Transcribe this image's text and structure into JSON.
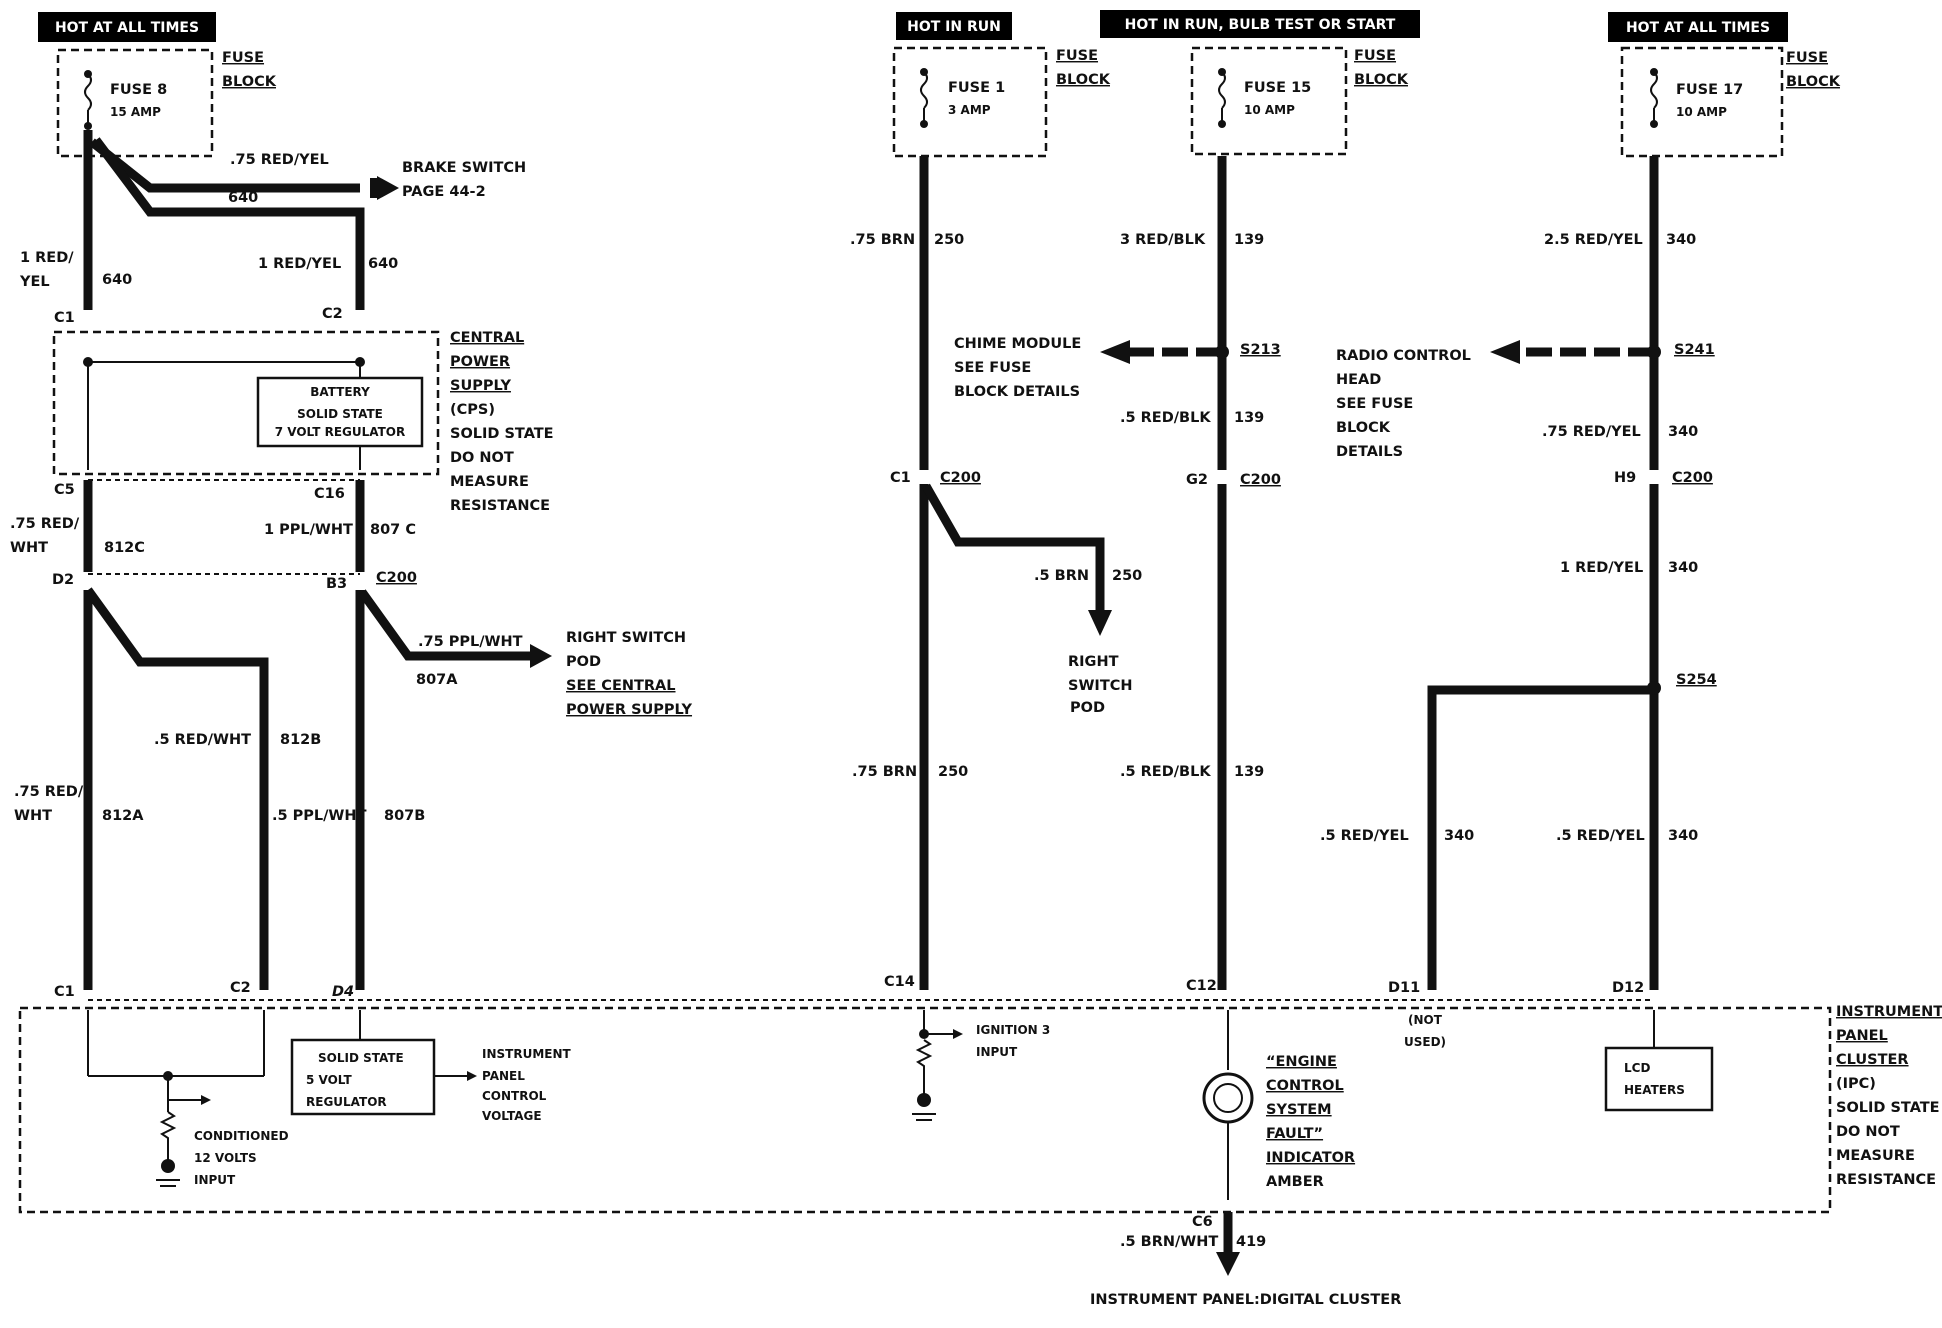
{
  "headers": {
    "fuse8": "HOT AT ALL TIMES",
    "fuse1": "HOT IN RUN",
    "fuse15": "HOT IN RUN, BULB TEST OR START",
    "fuse17": "HOT AT ALL TIMES"
  },
  "fuses": {
    "fuse8": {
      "name": "FUSE 8",
      "amp": "15 AMP"
    },
    "fuse1": {
      "name": "FUSE 1",
      "amp": "3 AMP"
    },
    "fuse15": {
      "name": "FUSE 15",
      "amp": "10 AMP"
    },
    "fuse17": {
      "name": "FUSE 17",
      "amp": "10 AMP"
    },
    "fuse_label_1": "FUSE",
    "fuse_label_2": "BLOCK"
  },
  "wires": {
    "w_75_red_yel": ".75 RED/YEL",
    "w_640": "640",
    "w_1_red_yel_l1": "1 RED/",
    "w_1_red_yel_l2": "YEL",
    "w_1_red_yel": "1 RED/YEL",
    "w_75_red_wht_l1": ".75 RED/",
    "w_75_red_wht_l2": "WHT",
    "w_812c": "812C",
    "w_1_ppl_wht": "1 PPL/WHT",
    "w_807c": "807 C",
    "w_75_ppl_wht": ".75 PPL/WHT",
    "w_807a": "807A",
    "w_5_red_wht": ".5 RED/WHT",
    "w_812b": "812B",
    "w_812a": "812A",
    "w_5_ppl_wht": ".5 PPL/WHT",
    "w_807b": "807B",
    "w_75_brn": ".75 BRN",
    "w_250": "250",
    "w_5_brn": ".5 BRN",
    "w_3_red_blk": "3 RED/BLK",
    "w_139": "139",
    "w_5_red_blk": ".5 RED/BLK",
    "w_25_red_yel": "2.5 RED/YEL",
    "w_340": "340",
    "w_75_red_yel_b": ".75 RED/YEL",
    "w_1_red_yel_b": "1 RED/YEL",
    "w_5_red_yel": ".5 RED/YEL",
    "w_5_brn_wht": ".5 BRN/WHT",
    "w_419": "419"
  },
  "connectors": {
    "c1": "C1",
    "c2": "C2",
    "c5": "C5",
    "c16": "C16",
    "d2": "D2",
    "b3": "B3",
    "c200": "C200",
    "d4": "D4",
    "c14": "C14",
    "c12": "C12",
    "g2": "G2",
    "h9": "H9",
    "d11": "D11",
    "d12": "D12",
    "c6": "C6",
    "s213": "S213",
    "s241": "S241",
    "s254": "S254"
  },
  "components": {
    "cps": [
      "CENTRAL",
      "POWER",
      "SUPPLY",
      "(CPS)",
      "SOLID STATE",
      "DO NOT",
      "MEASURE",
      "RESISTANCE"
    ],
    "battery_reg": [
      "BATTERY",
      "SOLID STATE",
      "7 VOLT REGULATOR"
    ],
    "ipc": [
      "INSTRUMENT",
      "PANEL",
      "CLUSTER",
      "(IPC)",
      "SOLID STATE",
      "DO NOT",
      "MEASURE",
      "RESISTANCE"
    ],
    "reg5": [
      "SOLID STATE",
      "5 VOLT",
      "REGULATOR"
    ],
    "ipc_voltage": [
      "INSTRUMENT",
      "PANEL",
      "CONTROL",
      "VOLTAGE"
    ],
    "conditioned": [
      "CONDITIONED",
      "12 VOLTS",
      "INPUT"
    ],
    "ignition": [
      "IGNITION 3",
      "INPUT"
    ],
    "not_used": [
      "(NOT",
      "USED)"
    ],
    "lcd": [
      "LCD",
      "HEATERS"
    ],
    "indicator": [
      "“ENGINE",
      "CONTROL",
      "SYSTEM",
      "FAULT”",
      "INDICATOR",
      "AMBER"
    ]
  },
  "destinations": {
    "brake_switch": [
      "BRAKE SWITCH",
      "PAGE 44-2"
    ],
    "right_switch_pod_a": [
      "RIGHT SWITCH",
      "POD",
      "SEE CENTRAL",
      "POWER SUPPLY"
    ],
    "right_switch_pod_b": [
      "RIGHT",
      "SWITCH",
      "POD"
    ],
    "chime": [
      "CHIME MODULE",
      "SEE FUSE",
      "BLOCK DETAILS"
    ],
    "radio": [
      "RADIO CONTROL",
      "HEAD",
      "SEE FUSE",
      "BLOCK",
      "DETAILS"
    ],
    "bottom": "INSTRUMENT PANEL:DIGITAL CLUSTER"
  }
}
